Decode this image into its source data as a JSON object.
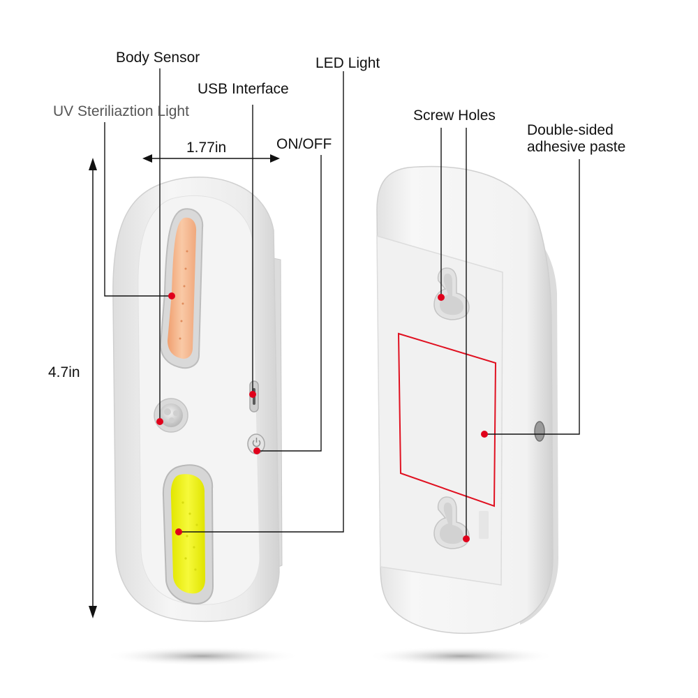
{
  "labels": {
    "body_sensor": "Body Sensor",
    "led_light": "LED Light",
    "usb_interface": "USB Interface",
    "uv_light": "UV Steriliaztion Light",
    "on_off": "ON/OFF",
    "screw_holes": "Screw Holes",
    "adhesive_line1": "Double-sided",
    "adhesive_line2": "adhesive paste"
  },
  "dimensions": {
    "width": "1.77in",
    "height": "4.7in"
  },
  "colors": {
    "callout_line": "#111111",
    "callout_dot": "#e0001b",
    "uv_strip": "#f5b88c",
    "led_strip": "#eef21a",
    "adhesive_outline": "#e01020",
    "device_body": "#f1f1f1"
  }
}
